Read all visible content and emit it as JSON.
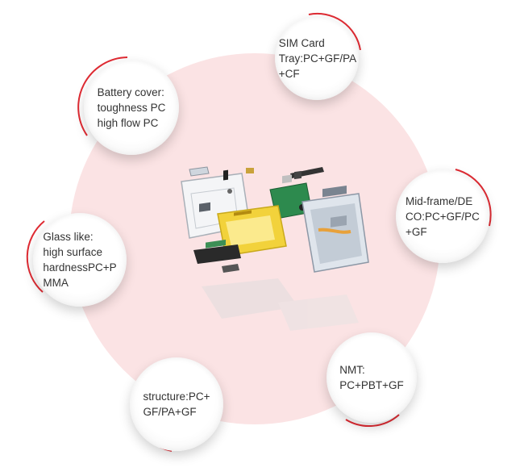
{
  "callouts": {
    "sim_card": "SIM Card\nTray:PC+GF/PA\n+CF",
    "battery_cover": "Battery cover:\ntoughness PC\nhigh flow PC",
    "mid_frame": "Mid-frame/DE\nCO:PC+GF/PC\n+GF",
    "glass_like": "Glass like:\nhigh surface\nhardnessPC+P\nMMA",
    "nmt": "NMT:\nPC+PBT+GF",
    "structure": "structure:PC+\nGF/PA+GF"
  },
  "colors": {
    "background_circle": "#fbe3e4",
    "accent_arc": "#e02b33"
  }
}
